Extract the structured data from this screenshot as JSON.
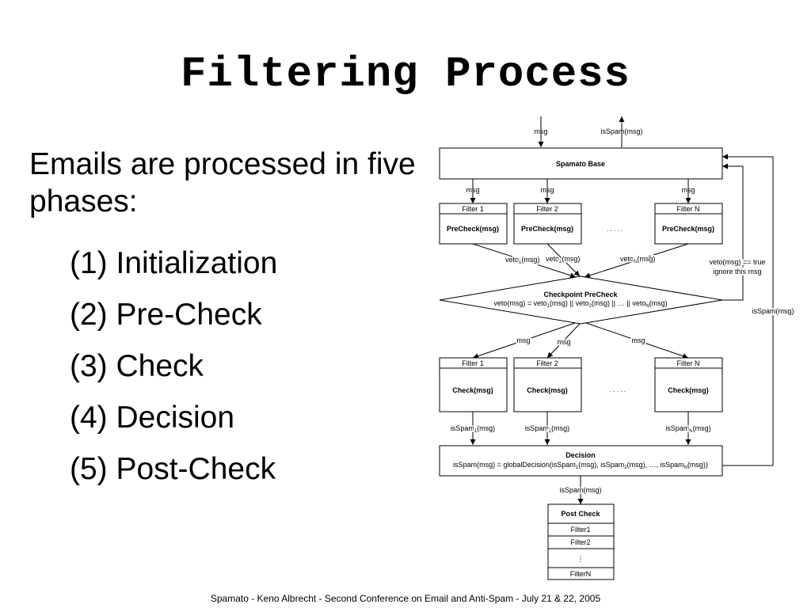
{
  "slide": {
    "title": "Filtering Process",
    "intro": "Emails are processed in five phases:",
    "phases": [
      "(1) Initialization",
      "(2) Pre-Check",
      "(3) Check",
      "(4) Decision",
      "(5) Post-Check"
    ],
    "footer": "Spamato - Keno Albrecht - Second Conference on Email and Anti-Spam - July 21 & 22, 2005"
  },
  "diagram": {
    "input_label": "msg",
    "output_label": "isSpam(msg)",
    "base_label": "Spamato Base",
    "msg_label": "msg",
    "dots": ". . . . .",
    "precheck_filters": [
      {
        "name": "Filter 1",
        "method": "PreCheck(msg)"
      },
      {
        "name": "Filter 2",
        "method": "PreCheck(msg)"
      },
      {
        "name": "Filter N",
        "method": "PreCheck(msg)"
      }
    ],
    "veto_labels": [
      {
        "pre": "veto",
        "sub": "1",
        "post": "(msg)"
      },
      {
        "pre": "veto",
        "sub": "2",
        "post": "(msg)"
      },
      {
        "pre": "veto",
        "sub": "N",
        "post": "(msg)"
      }
    ],
    "veto_true_line1": "veto(msg) == true",
    "veto_true_line2": "ignore this msg",
    "checkpoint_title": "Checkpoint PreCheck",
    "checkpoint_formula": {
      "p1": "veto(msg) = veto",
      "s1": "1",
      "p2": "(msg) || veto",
      "s2": "2",
      "p3": "(msg) || … || veto",
      "s3": "N",
      "p4": "(msg)"
    },
    "check_filters": [
      {
        "name": "Filter 1",
        "method": "Check(msg)"
      },
      {
        "name": "Filter 2",
        "method": "Check(msg)"
      },
      {
        "name": "Filter N",
        "method": "Check(msg)"
      }
    ],
    "isspam_labels": [
      {
        "pre": "isSpam",
        "sub": "1",
        "post": "(msg)"
      },
      {
        "pre": "isSpam",
        "sub": "2",
        "post": "(msg)"
      },
      {
        "pre": "isSpam",
        "sub": "N",
        "post": "(msg)"
      }
    ],
    "right_isspam": "isSpam(msg)",
    "decision_title": "Decision",
    "decision_formula": {
      "p1": "isSpam(msg) = globalDecision(isSpam",
      "s1": "1",
      "p2": "(msg), isSpam",
      "s2": "2",
      "p3": "(msg), …,  isSpam",
      "s3": "N",
      "p4": "(msg))"
    },
    "decision_out": "isSpam(msg)",
    "postcheck": {
      "title": "Post Check",
      "items": [
        "Filter1",
        "Filter2",
        "⋮",
        "FilterN"
      ]
    }
  }
}
